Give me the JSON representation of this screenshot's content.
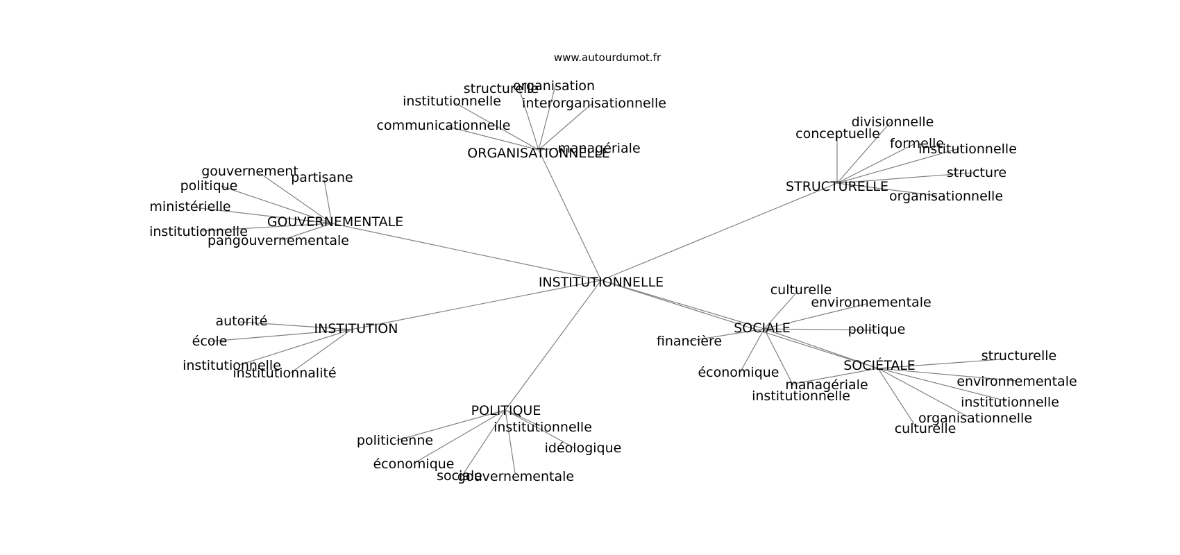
{
  "watermark": "www.autourdumot.fr",
  "colors": {
    "edge": "#808080",
    "text": "#000000",
    "background": "#ffffff"
  },
  "graph": {
    "nodes": [
      {
        "id": "institutionnelle_center",
        "label": "INSTITUTIONNELLE"
      },
      {
        "id": "organisationnelle",
        "label": "ORGANISATIONNELLE"
      },
      {
        "id": "structurelle",
        "label": "STRUCTURELLE"
      },
      {
        "id": "gouvernementale",
        "label": "GOUVERNEMENTALE"
      },
      {
        "id": "institution",
        "label": "INSTITUTION"
      },
      {
        "id": "sociale",
        "label": "SOCIALE"
      },
      {
        "id": "societale",
        "label": "SOCIÉTALE"
      },
      {
        "id": "politique",
        "label": "POLITIQUE"
      },
      {
        "id": "org_structurelle",
        "label": "structurelle"
      },
      {
        "id": "org_organisation",
        "label": "organisation"
      },
      {
        "id": "org_institutionnelle",
        "label": "institutionnelle"
      },
      {
        "id": "org_interorganisationnelle",
        "label": "interorganisationnelle"
      },
      {
        "id": "org_communicationnelle",
        "label": "communicationnelle"
      },
      {
        "id": "org_manageriale",
        "label": "managériale"
      },
      {
        "id": "str_divisionnelle",
        "label": "divisionnelle"
      },
      {
        "id": "str_conceptuelle",
        "label": "conceptuelle"
      },
      {
        "id": "str_formelle",
        "label": "formelle"
      },
      {
        "id": "str_institutionnelle",
        "label": "institutionnelle"
      },
      {
        "id": "str_structure",
        "label": "structure"
      },
      {
        "id": "str_organisationnelle",
        "label": "organisationnelle"
      },
      {
        "id": "gov_gouvernement",
        "label": "gouvernement"
      },
      {
        "id": "gov_partisane",
        "label": "partisane"
      },
      {
        "id": "gov_politique",
        "label": "politique"
      },
      {
        "id": "gov_ministerielle",
        "label": "ministérielle"
      },
      {
        "id": "gov_institutionnelle",
        "label": "institutionnelle"
      },
      {
        "id": "gov_pangouvernementale",
        "label": "pangouvernementale"
      },
      {
        "id": "inst_autorite",
        "label": "autorité"
      },
      {
        "id": "inst_ecole",
        "label": "école"
      },
      {
        "id": "inst_institutionnelle",
        "label": "institutionnelle"
      },
      {
        "id": "inst_institutionnalite",
        "label": "institutionnalité"
      },
      {
        "id": "soc_culturelle",
        "label": "culturelle"
      },
      {
        "id": "soc_environnementale",
        "label": "environnementale"
      },
      {
        "id": "soc_politique",
        "label": "politique"
      },
      {
        "id": "soc_financiere",
        "label": "financière"
      },
      {
        "id": "soc_economique",
        "label": "économique"
      },
      {
        "id": "soc_institutionnelle",
        "label": "institutionnelle"
      },
      {
        "id": "sct_structurelle",
        "label": "structurelle"
      },
      {
        "id": "sct_environnementale",
        "label": "environnementale"
      },
      {
        "id": "sct_manageriale",
        "label": "managériale"
      },
      {
        "id": "sct_institutionnelle",
        "label": "institutionnelle"
      },
      {
        "id": "sct_organisationnelle",
        "label": "organisationnelle"
      },
      {
        "id": "sct_culturelle",
        "label": "culturelle"
      },
      {
        "id": "pol_institutionnelle",
        "label": "institutionnelle"
      },
      {
        "id": "pol_politicienne",
        "label": "politicienne"
      },
      {
        "id": "pol_ideologique",
        "label": "idéologique"
      },
      {
        "id": "pol_economique",
        "label": "économique"
      },
      {
        "id": "pol_sociale",
        "label": "sociale"
      },
      {
        "id": "pol_gouvernementale",
        "label": "gouvernementale"
      }
    ],
    "edges": [
      [
        "institutionnelle_center",
        "organisationnelle"
      ],
      [
        "institutionnelle_center",
        "structurelle"
      ],
      [
        "institutionnelle_center",
        "gouvernementale"
      ],
      [
        "institutionnelle_center",
        "institution"
      ],
      [
        "institutionnelle_center",
        "sociale"
      ],
      [
        "institutionnelle_center",
        "societale"
      ],
      [
        "institutionnelle_center",
        "politique"
      ],
      [
        "organisationnelle",
        "org_structurelle"
      ],
      [
        "organisationnelle",
        "org_organisation"
      ],
      [
        "organisationnelle",
        "org_institutionnelle"
      ],
      [
        "organisationnelle",
        "org_interorganisationnelle"
      ],
      [
        "organisationnelle",
        "org_communicationnelle"
      ],
      [
        "organisationnelle",
        "org_manageriale"
      ],
      [
        "structurelle",
        "str_divisionnelle"
      ],
      [
        "structurelle",
        "str_conceptuelle"
      ],
      [
        "structurelle",
        "str_formelle"
      ],
      [
        "structurelle",
        "str_institutionnelle"
      ],
      [
        "structurelle",
        "str_structure"
      ],
      [
        "structurelle",
        "str_organisationnelle"
      ],
      [
        "gouvernementale",
        "gov_gouvernement"
      ],
      [
        "gouvernementale",
        "gov_partisane"
      ],
      [
        "gouvernementale",
        "gov_politique"
      ],
      [
        "gouvernementale",
        "gov_ministerielle"
      ],
      [
        "gouvernementale",
        "gov_institutionnelle"
      ],
      [
        "gouvernementale",
        "gov_pangouvernementale"
      ],
      [
        "institution",
        "inst_autorite"
      ],
      [
        "institution",
        "inst_ecole"
      ],
      [
        "institution",
        "inst_institutionnelle"
      ],
      [
        "institution",
        "inst_institutionnalite"
      ],
      [
        "sociale",
        "soc_culturelle"
      ],
      [
        "sociale",
        "soc_environnementale"
      ],
      [
        "sociale",
        "soc_politique"
      ],
      [
        "sociale",
        "soc_financiere"
      ],
      [
        "sociale",
        "soc_economique"
      ],
      [
        "sociale",
        "soc_institutionnelle"
      ],
      [
        "sociale",
        "societale"
      ],
      [
        "societale",
        "sct_structurelle"
      ],
      [
        "societale",
        "sct_environnementale"
      ],
      [
        "societale",
        "sct_manageriale"
      ],
      [
        "societale",
        "sct_institutionnelle"
      ],
      [
        "societale",
        "sct_organisationnelle"
      ],
      [
        "societale",
        "sct_culturelle"
      ],
      [
        "politique",
        "pol_institutionnelle"
      ],
      [
        "politique",
        "pol_politicienne"
      ],
      [
        "politique",
        "pol_ideologique"
      ],
      [
        "politique",
        "pol_economique"
      ],
      [
        "politique",
        "pol_sociale"
      ],
      [
        "politique",
        "pol_gouvernementale"
      ]
    ]
  }
}
